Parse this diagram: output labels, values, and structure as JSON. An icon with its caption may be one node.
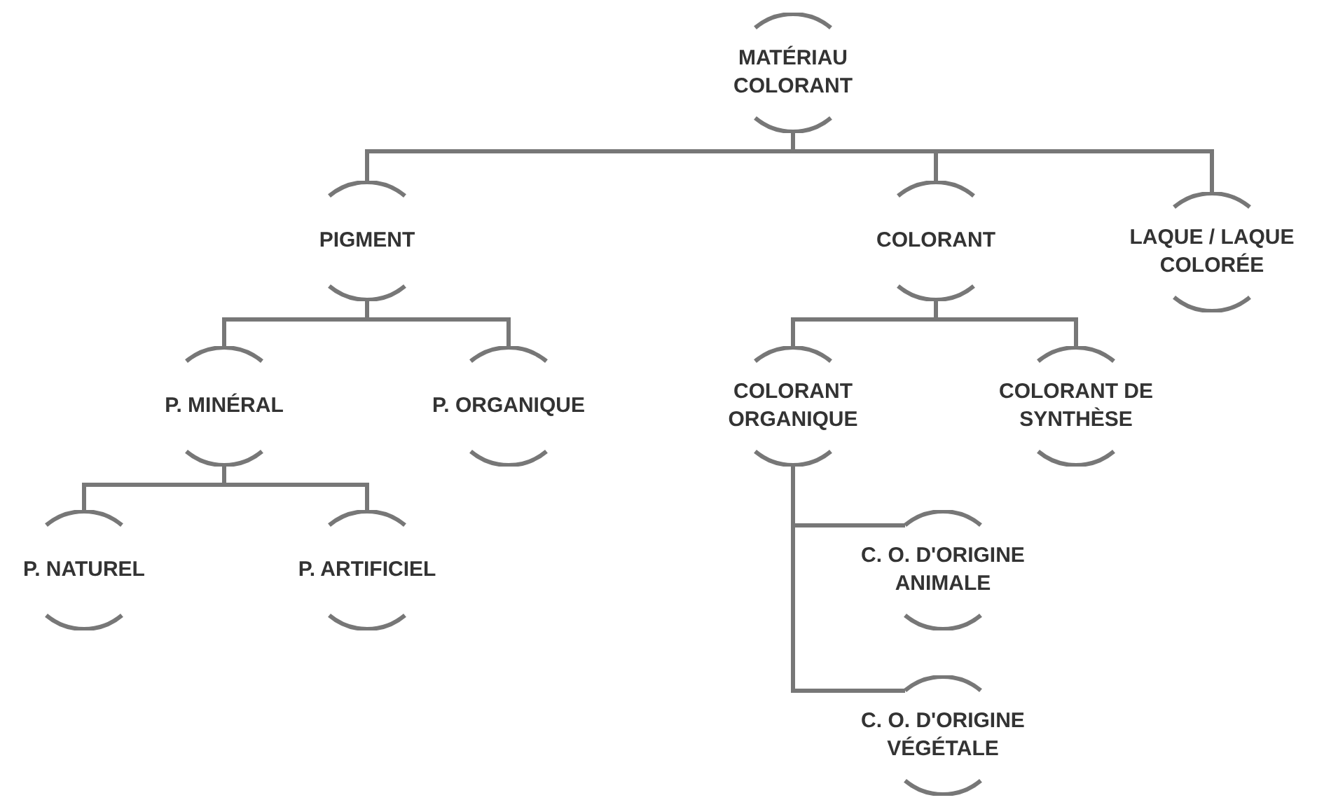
{
  "diagram": {
    "nodes": [
      {
        "text": [
          "MATÉRIAU COLORANT"
        ]
      },
      {
        "text": [
          "PIGMENT"
        ]
      },
      {
        "text": [
          "COLORANT"
        ]
      },
      {
        "text": [
          "LAQUE / LAQUE COLORÉE"
        ]
      },
      {
        "text": [
          "P. MINÉRAL"
        ]
      },
      {
        "text": [
          "P. ORGANIQUE"
        ]
      },
      {
        "text": [
          "COLORANT ORGANIQUE"
        ]
      },
      {
        "text": [
          "COLORANT DE SYNTHÈSE"
        ]
      },
      {
        "text": [
          "P. NATUREL"
        ]
      },
      {
        "text": [
          "P. ARTIFICIEL"
        ]
      },
      {
        "text": [
          "C. O. D'ORIGINE ANIMALE"
        ]
      },
      {
        "text": [
          "C. O. D'ORIGINE VÉGÉTALE"
        ]
      }
    ],
    "edges": [
      {
        "from": 0,
        "to": 1,
        "arrow": "none"
      },
      {
        "from": 0,
        "to": 2,
        "arrow": "none"
      },
      {
        "from": 0,
        "to": 3,
        "arrow": "none"
      },
      {
        "from": 1,
        "to": 4,
        "arrow": "none"
      },
      {
        "from": 1,
        "to": 5,
        "arrow": "none"
      },
      {
        "from": 2,
        "to": 6,
        "arrow": "none"
      },
      {
        "from": 2,
        "to": 7,
        "arrow": "none"
      },
      {
        "from": 4,
        "to": 8,
        "arrow": "none"
      },
      {
        "from": 4,
        "to": 9,
        "arrow": "none"
      },
      {
        "from": 6,
        "to": 10,
        "arrow": "none"
      },
      {
        "from": 6,
        "to": 11,
        "arrow": "none"
      }
    ]
  }
}
